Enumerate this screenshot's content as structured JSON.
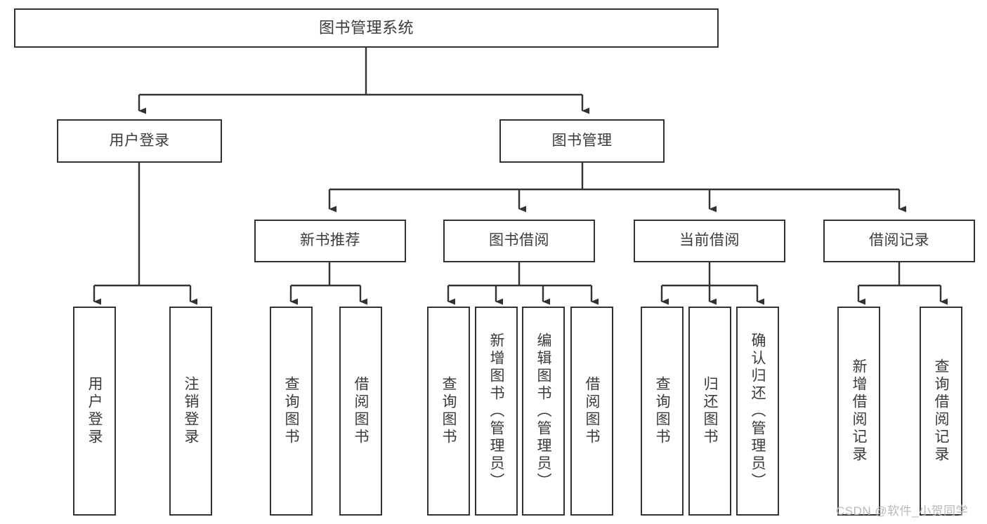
{
  "diagram": {
    "title": "图书管理系统",
    "watermark": "CSDN @软件_小贺同学",
    "colors": {
      "box_border": "#333333",
      "box_fill": "#ffffff",
      "text": "#3b3b3b",
      "connector": "#333333",
      "watermark": "#b9b9b9"
    }
  },
  "nodes": {
    "root": {
      "label": "图书管理系统"
    },
    "level2": [
      {
        "label": "用户登录"
      },
      {
        "label": "图书管理"
      }
    ],
    "level3": [
      {
        "label": "新书推荐"
      },
      {
        "label": "图书借阅"
      },
      {
        "label": "当前借阅"
      },
      {
        "label": "借阅记录"
      }
    ],
    "leaves": {
      "user_login": [
        {
          "label": "用户登录"
        },
        {
          "label": "注销登录"
        }
      ],
      "new_book": [
        {
          "label": "查询图书"
        },
        {
          "label": "借阅图书"
        }
      ],
      "book_borrow": [
        {
          "label": "查询图书"
        },
        {
          "label": "新增图书（管理员）"
        },
        {
          "label": "编辑图书（管理员）"
        },
        {
          "label": "借阅图书"
        }
      ],
      "current_borrow": [
        {
          "label": "查询图书"
        },
        {
          "label": "归还图书"
        },
        {
          "label": "确认归还（管理员）"
        }
      ],
      "borrow_record": [
        {
          "label": "新增借阅记录"
        },
        {
          "label": "查询借阅记录"
        }
      ]
    }
  },
  "chart_data": {
    "type": "tree-diagram",
    "title": "图书管理系统",
    "orientation": "top-down",
    "levels": 4,
    "tree": {
      "name": "图书管理系统",
      "children": [
        {
          "name": "用户登录",
          "children": [
            {
              "name": "用户登录"
            },
            {
              "name": "注销登录"
            }
          ]
        },
        {
          "name": "图书管理",
          "children": [
            {
              "name": "新书推荐",
              "children": [
                {
                  "name": "查询图书"
                },
                {
                  "name": "借阅图书"
                }
              ]
            },
            {
              "name": "图书借阅",
              "children": [
                {
                  "name": "查询图书"
                },
                {
                  "name": "新增图书（管理员）"
                },
                {
                  "name": "编辑图书（管理员）"
                },
                {
                  "name": "借阅图书"
                }
              ]
            },
            {
              "name": "当前借阅",
              "children": [
                {
                  "name": "查询图书"
                },
                {
                  "name": "归还图书"
                },
                {
                  "name": "确认归还（管理员）"
                }
              ]
            },
            {
              "name": "借阅记录",
              "children": [
                {
                  "name": "新增借阅记录"
                },
                {
                  "name": "查询借阅记录"
                }
              ]
            }
          ]
        }
      ]
    }
  }
}
